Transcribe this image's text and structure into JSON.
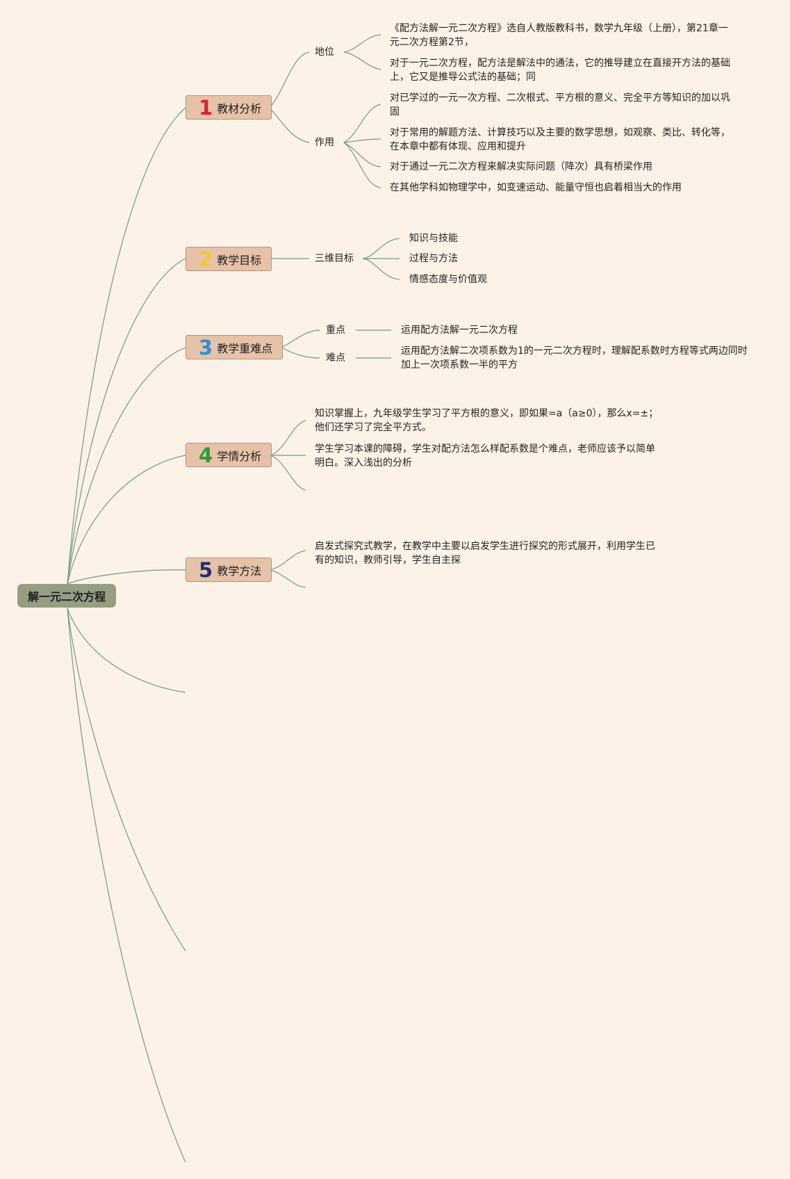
{
  "root": "解一元二次方程",
  "branches": [
    {
      "num": "1",
      "num_color": "#d8232f",
      "title": "教材分析",
      "subs": [
        {
          "label": "地位",
          "leaves": [
            "《配方法解一元二次方程》选自人教版教科书，数学九年级（上册），第21章一元二次方程第2节，",
            "对于一元二次方程，配方法是解法中的通法，它的推导建立在直接开方法的基础上，它又是推导公式法的基础；同"
          ]
        },
        {
          "label": "作用",
          "leaves": [
            "对已学过的一元一次方程、二次根式、平方根的意义、完全平方等知识的加以巩固",
            "对于常用的解题方法、计算技巧以及主要的数学思想，如观察、类比、转化等，在本章中都有体现、应用和提升",
            "对于通过一元二次方程来解决实际问题（降次）具有桥梁作用",
            "在其他学科如物理学中，如变速运动、能量守恒也启着相当大的作用"
          ]
        }
      ]
    },
    {
      "num": "2",
      "num_color": "#f2c832",
      "title": "教学目标",
      "subs": [
        {
          "label": "三维目标",
          "leaves": [
            "知识与技能",
            "过程与方法",
            "情感态度与价值观"
          ]
        }
      ]
    },
    {
      "num": "3",
      "num_color": "#2b91d6",
      "title": "教学重难点",
      "subs": [
        {
          "label": "重点",
          "leaves": [
            "运用配方法解一元二次方程"
          ]
        },
        {
          "label": "难点",
          "leaves": [
            "运用配方法解二次项系数为1的一元二次方程时，理解配系数时方程等式两边同时加上一次项系数一半的平方"
          ]
        }
      ]
    },
    {
      "num": "4",
      "num_color": "#2f9a3a",
      "title": "学情分析",
      "leaves": [
        "知识掌握上，九年级学生学习了平方根的意义，即如果=a（a≥0），那么x=±；他们还学习了完全平方式。",
        "学生学习本课的障碍，学生对配方法怎么样配系数是个难点，老师应该予以简单明白。深入浅出的分析"
      ]
    },
    {
      "num": "5",
      "num_color": "#1f2f7a",
      "title": "教学方法",
      "leaves": [
        "启发式探究式教学，在教学中主要以启发学生进行探究的形式展开，利用学生已有的知识，教师引导，学生自主探"
      ]
    }
  ]
}
